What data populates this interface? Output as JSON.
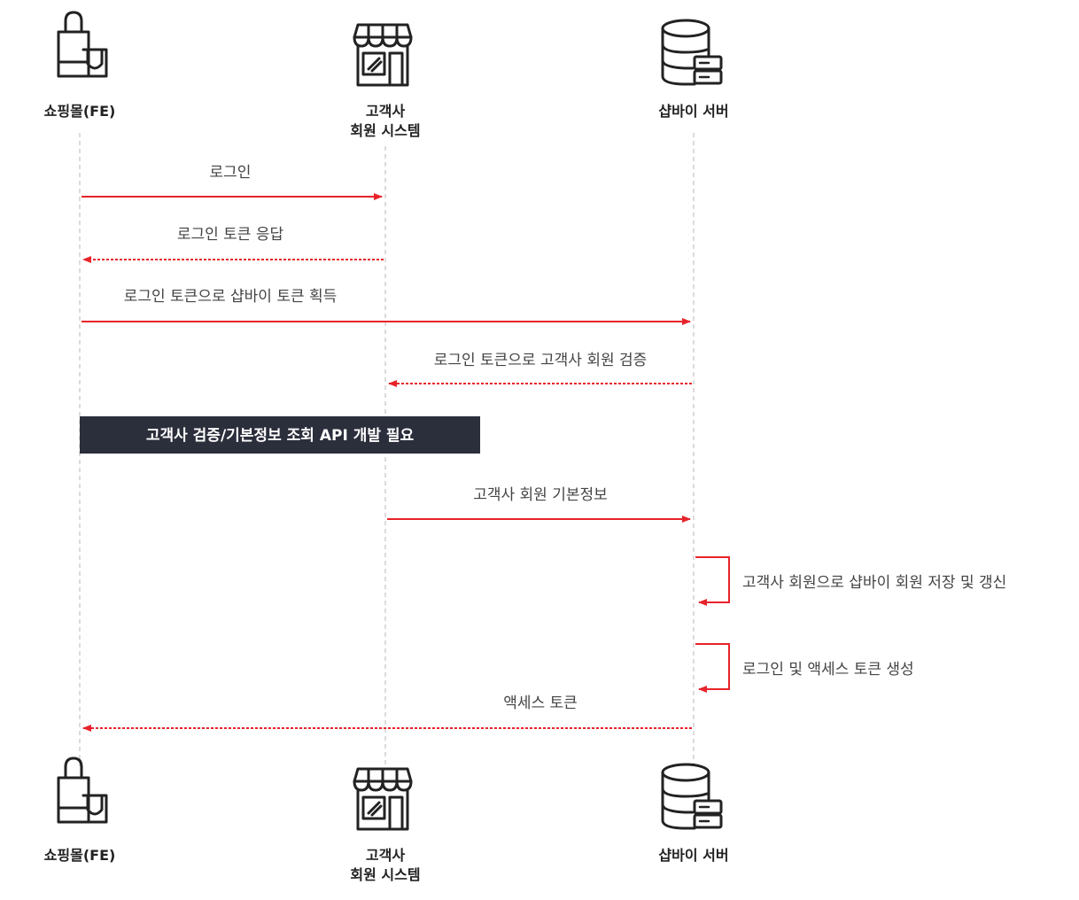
{
  "participants": [
    {
      "id": "fe",
      "label_lines": [
        "쇼핑몰(FE)"
      ],
      "icon": "shopping-bag-icon"
    },
    {
      "id": "member",
      "label_lines": [
        "고객사",
        "회원 시스템"
      ],
      "icon": "storefront-icon"
    },
    {
      "id": "server",
      "label_lines": [
        "샵바이 서버"
      ],
      "icon": "database-server-icon"
    }
  ],
  "messages": [
    {
      "from": "fe",
      "to": "member",
      "label": "로그인",
      "style": "solid"
    },
    {
      "from": "member",
      "to": "fe",
      "label": "로그인 토큰 응답",
      "style": "dotted"
    },
    {
      "from": "fe",
      "to": "server",
      "label": "로그인 토큰으로 샵바이 토큰 획득",
      "style": "solid"
    },
    {
      "from": "server",
      "to": "member",
      "label": "로그인 토큰으로 고객사 회원 검증",
      "style": "dotted"
    },
    {
      "from": "member",
      "to": "server",
      "label": "고객사 회원 기본정보",
      "style": "solid"
    },
    {
      "from": "server",
      "to": "server",
      "label": "고객사 회원으로 샵바이 회원 저장 및 갱신",
      "style": "solid"
    },
    {
      "from": "server",
      "to": "server",
      "label": "로그인 및 액세스 토큰 생성",
      "style": "solid"
    },
    {
      "from": "server",
      "to": "fe",
      "label": "액세스 토큰",
      "style": "dotted"
    }
  ],
  "note": {
    "text": "고객사 검증/기본정보 조회 API 개발 필요",
    "background": "#2b2e3b",
    "text_color": "#ffffff"
  },
  "colors": {
    "arrow": "#e8232b",
    "lifeline": "#c4c4c4",
    "icon": "#222222",
    "label": "#444444"
  }
}
